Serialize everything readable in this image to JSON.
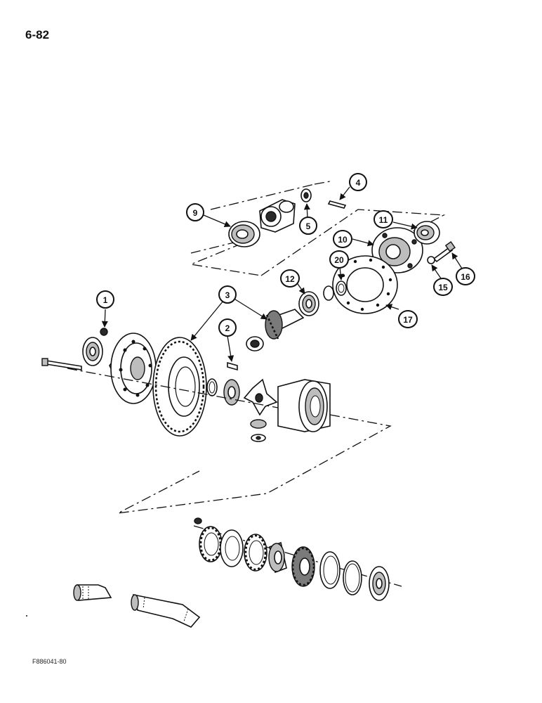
{
  "page": {
    "page_number": "6-82",
    "figure_code": "F886041-80"
  },
  "callouts": [
    "1",
    "2",
    "3",
    "4",
    "5",
    "9",
    "10",
    "11",
    "12",
    "15",
    "16",
    "17",
    "20"
  ]
}
